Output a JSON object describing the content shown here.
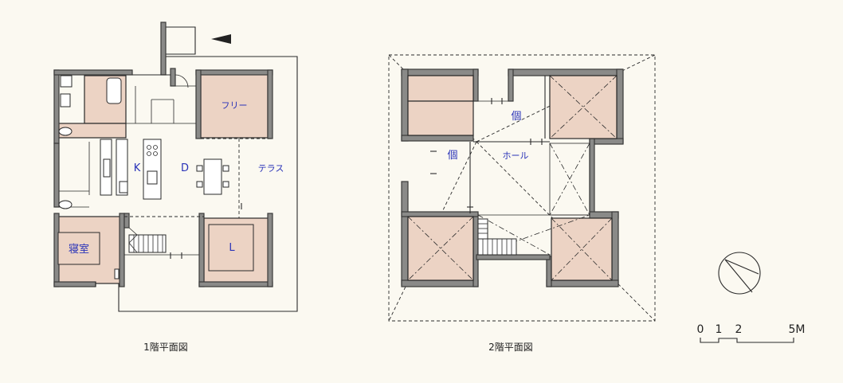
{
  "colors": {
    "background": "#fbf9f1",
    "room_fill": "#ecd3c4",
    "wall": "#8a8a88",
    "room_label": "#2a33b8",
    "line": "#2a2a2a"
  },
  "floor1": {
    "caption": "1階平面図",
    "rooms": {
      "free": "フリー",
      "kitchen": "K",
      "dining": "D",
      "terrace": "テラス",
      "bedroom": "寝室",
      "living": "L"
    }
  },
  "floor2": {
    "caption": "2階平面図",
    "rooms": {
      "private_right": "個",
      "private_left": "個",
      "hall": "ホール"
    }
  },
  "scale": {
    "ticks": [
      "0",
      "1",
      "2",
      "5M"
    ]
  },
  "icons": {
    "entrance": "arrow-left-icon",
    "north": "compass-icon"
  }
}
